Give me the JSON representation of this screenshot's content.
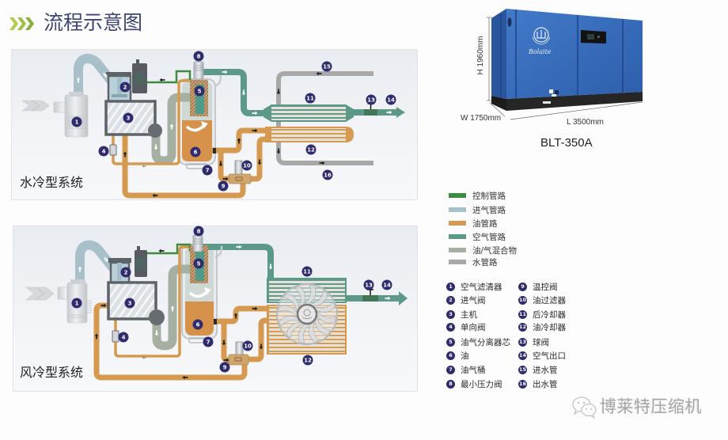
{
  "header": {
    "icon": "triple-chevron-right-icon",
    "title": "流程示意图"
  },
  "product": {
    "image": "compressor-cabinet",
    "brand_script": "Bolaite",
    "dimension_height": "H 1960mm",
    "dimension_width": "W 1750mm",
    "dimension_length": "L 3500mm",
    "model": "BLT-350A",
    "color": "#3a6fbf"
  },
  "diagrams": {
    "water_cooled": {
      "label": "水冷型系统"
    },
    "air_cooled": {
      "label": "风冷型系统"
    }
  },
  "pipe_legend": [
    {
      "key": "control",
      "label": "控制管路",
      "color": "#3e8b41"
    },
    {
      "key": "intake",
      "label": "进气管路",
      "color": "#a7c0ca"
    },
    {
      "key": "oil",
      "label": "油管路",
      "color": "#d59a50"
    },
    {
      "key": "air",
      "label": "空气管路",
      "color": "#5c9988"
    },
    {
      "key": "oil_gas_mix",
      "label": "油/气混合物",
      "color": "#a5afa2"
    },
    {
      "key": "water",
      "label": "水管路",
      "color": "#a8a8a8"
    }
  ],
  "components": [
    {
      "num": "1",
      "label": "空气滤清器"
    },
    {
      "num": "2",
      "label": "进气阀"
    },
    {
      "num": "3",
      "label": "主机"
    },
    {
      "num": "4",
      "label": "单向阀"
    },
    {
      "num": "5",
      "label": "油气分离器芯"
    },
    {
      "num": "6",
      "label": "油"
    },
    {
      "num": "7",
      "label": "油气桶"
    },
    {
      "num": "8",
      "label": "最小压力阀"
    },
    {
      "num": "9",
      "label": "温控阀"
    },
    {
      "num": "10",
      "label": "油过滤器"
    },
    {
      "num": "11",
      "label": "后冷却器"
    },
    {
      "num": "12",
      "label": "油冷却器"
    },
    {
      "num": "13",
      "label": "球阀"
    },
    {
      "num": "14",
      "label": "空气出口"
    },
    {
      "num": "15",
      "label": "进水管"
    },
    {
      "num": "16",
      "label": "出水管"
    }
  ],
  "marker_color": "#2f2c6e",
  "watermark": {
    "icon": "wechat-icon",
    "text": "博莱特压缩机"
  }
}
